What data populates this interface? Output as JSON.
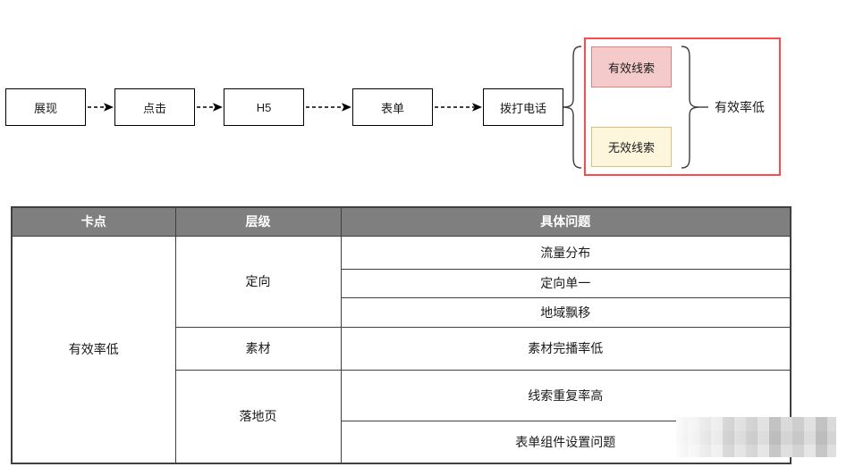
{
  "flow": {
    "steps": [
      {
        "label": "展现"
      },
      {
        "label": "点击"
      },
      {
        "label": "H5"
      },
      {
        "label": "表单"
      },
      {
        "label": "拨打电话"
      }
    ],
    "outcomes": [
      {
        "label": "有效线索",
        "fill": "#f4cbca",
        "border": "#de8382"
      },
      {
        "label": "无效线索",
        "fill": "#fdf5dc",
        "border": "#d9c27e"
      }
    ],
    "result_label": "有效率低",
    "highlight_border_color": "#fb4b4b",
    "connector_style": "dashed-arrow"
  },
  "table": {
    "header_bg": "#7f7f7f",
    "headers": [
      {
        "label": "卡点"
      },
      {
        "label": "层级"
      },
      {
        "label": "具体问题"
      }
    ],
    "stuck_point": "有效率低",
    "levels": [
      {
        "name": "定向",
        "problems": [
          "流量分布",
          "定向单一",
          "地域飘移"
        ]
      },
      {
        "name": "素材",
        "problems": [
          "素材完播率低"
        ]
      },
      {
        "name": "落地页",
        "problems": [
          "线索重复率高",
          "表单组件设置问题"
        ]
      }
    ]
  },
  "watermark": {
    "style": "pixelated-mosaic",
    "text_visible": false
  }
}
